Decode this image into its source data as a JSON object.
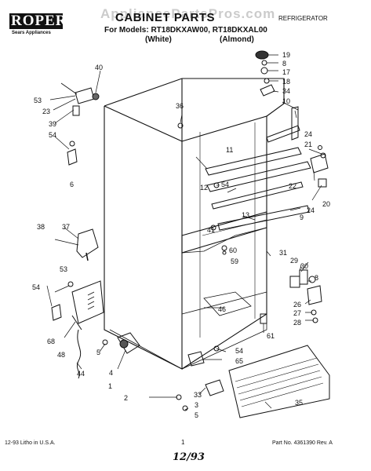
{
  "header": {
    "brand": "ROPER",
    "brand_sub": "Sears Appliances",
    "title": "CABINET PARTS",
    "category": "REFRIGERATOR",
    "models_line": "For Models: RT18DKXAW00, RT18DKXAL00",
    "variant_white": "(White)",
    "variant_almond": "(Almond)"
  },
  "watermark": "AppliancePartsPros.com",
  "callouts": [
    "1",
    "2",
    "3",
    "4",
    "5",
    "6",
    "8",
    "9",
    "10",
    "11",
    "12",
    "13",
    "17",
    "18",
    "19",
    "20",
    "21",
    "22",
    "23",
    "24",
    "26",
    "27",
    "28",
    "29",
    "30",
    "31",
    "33",
    "34",
    "35",
    "36",
    "37",
    "38",
    "39",
    "40",
    "41",
    "44",
    "46",
    "48",
    "53",
    "54",
    "59",
    "60",
    "61",
    "65",
    "68"
  ],
  "footer": {
    "left": "12-93 Litho in U.S.A.",
    "page": "1",
    "right": "Part No. 4361390  Rev. A",
    "handwritten": "12/93"
  }
}
